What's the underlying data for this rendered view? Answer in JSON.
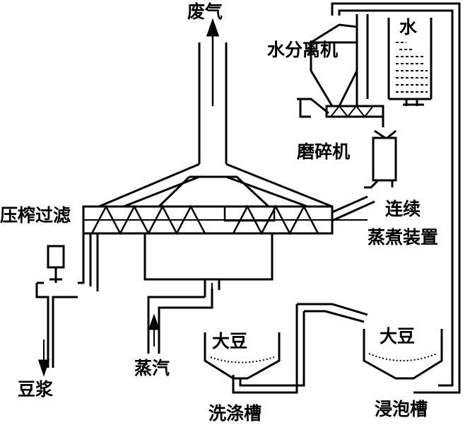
{
  "title": "豆浆连续生产工艺流程",
  "labels": {
    "exhaust": "废气",
    "water_separator": "水分离机",
    "water": "水",
    "grinder": "磨碎机",
    "press_filter": "压榨过滤",
    "continuous_cooker_line1": "连续",
    "continuous_cooker_line2": "蒸煮装置",
    "soy_milk": "豆浆",
    "steam": "蒸汽",
    "soybean_wash": "大豆",
    "soybean_soak": "大豆",
    "wash_tank": "洗涤槽",
    "soak_tank": "浸泡槽"
  }
}
